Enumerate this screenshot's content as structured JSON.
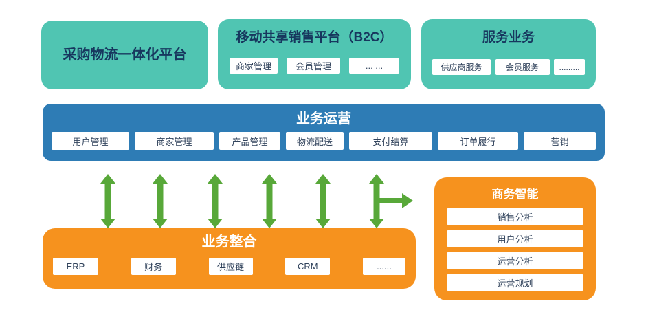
{
  "colors": {
    "teal": "#50c5b2",
    "blue": "#2e7cb5",
    "orange": "#f6921e",
    "arrow_green": "#58a839",
    "navy_text": "#17375e",
    "chip_text": "#31435c"
  },
  "top_row": [
    {
      "title": "采购物流一体化平台",
      "items": []
    },
    {
      "title": "移动共享销售平台（B2C）",
      "items": [
        "商家管理",
        "会员管理",
        "... ..."
      ]
    },
    {
      "title": "服务业务",
      "items": [
        "供应商服务",
        "会员服务",
        "........."
      ]
    }
  ],
  "operations": {
    "title": "业务运营",
    "items": [
      "用户管理",
      "商家管理",
      "产品管理",
      "物流配送",
      "支付结算",
      "订单履行",
      "营销"
    ]
  },
  "integration": {
    "title": "业务整合",
    "items": [
      "ERP",
      "财务",
      "供应链",
      "CRM",
      "......"
    ]
  },
  "intelligence": {
    "title": "商务智能",
    "items": [
      "销售分析",
      "用户分析",
      "运营分析",
      "运营规划"
    ]
  }
}
